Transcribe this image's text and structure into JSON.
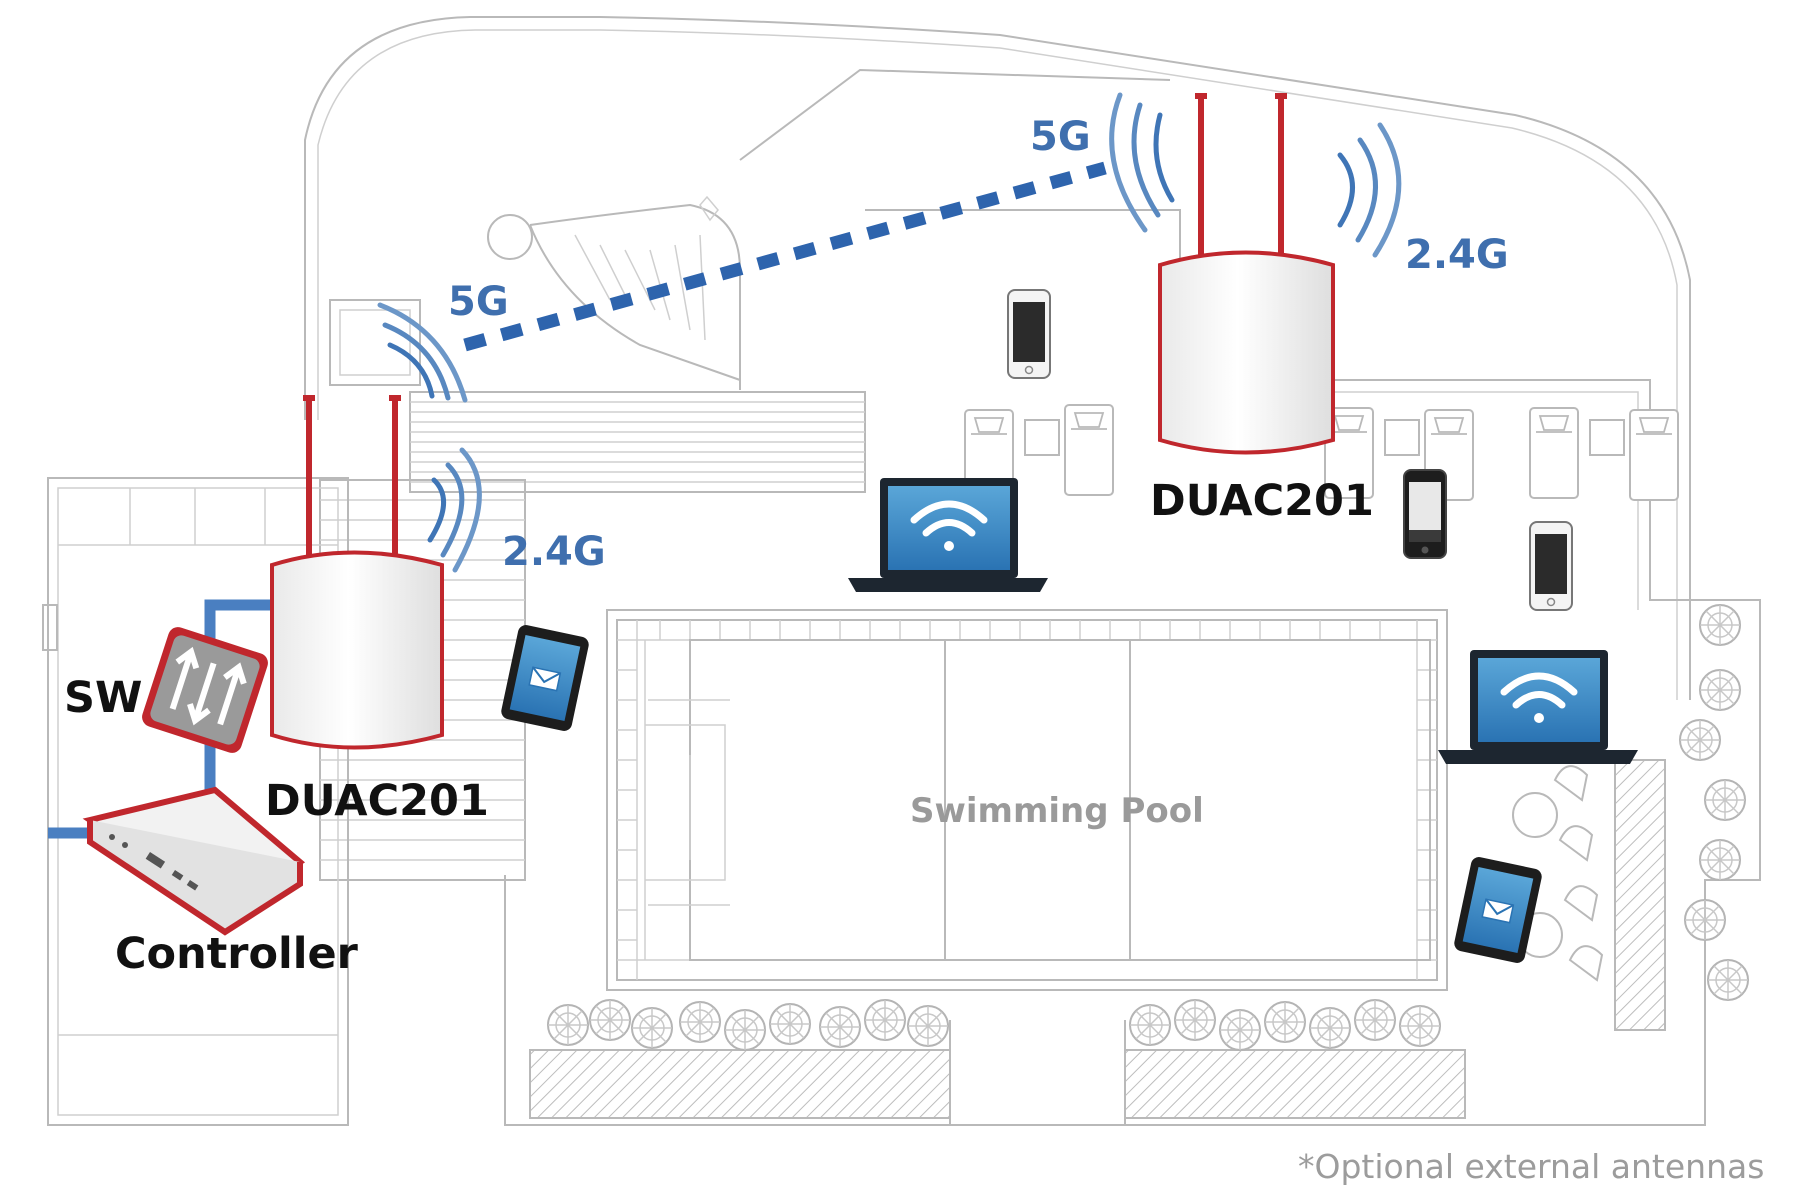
{
  "labels": {
    "ap_left": "DUAC201",
    "ap_right": "DUAC201",
    "switch": "SW",
    "controller": "Controller",
    "pool": "Swimming Pool",
    "band_5g_left": "5G",
    "band_24g_left": "2.4G",
    "band_5g_right": "5G",
    "band_24g_right": "2.4G",
    "footnote": "*Optional external antennas"
  },
  "colors": {
    "brand_red": "#c0272d",
    "wifi_blue": "#2e64ad",
    "link_blue": "#4a7fc1",
    "plan_gray": "#b9b9b9",
    "label_blue": "#3f6fae"
  },
  "icons": [
    "access-point-icon",
    "switch-icon",
    "controller-icon",
    "laptop-icon",
    "tablet-icon",
    "smartphone-icon",
    "wifi-signal-icon",
    "lounge-chair-icon",
    "tree-icon"
  ]
}
